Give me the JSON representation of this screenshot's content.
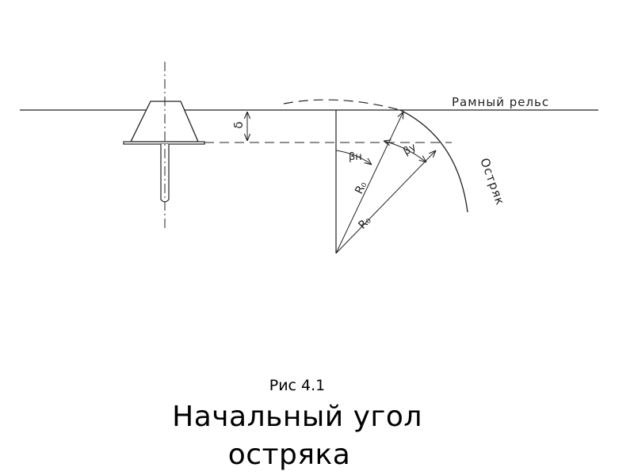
{
  "diagram": {
    "labels": {
      "frame_rail": "Рамный рельс",
      "switch_blade": "Остряк",
      "delta": "δ",
      "beta_n": "βн",
      "beta_y": "βу",
      "radius_1": "R₀",
      "radius_2": "R₀"
    }
  },
  "caption": {
    "figure_number": "Рис 4.1",
    "title_line1": "Начальный угол",
    "title_line2": "остряка"
  },
  "colors": {
    "line": "#222222",
    "background": "#ffffff"
  }
}
